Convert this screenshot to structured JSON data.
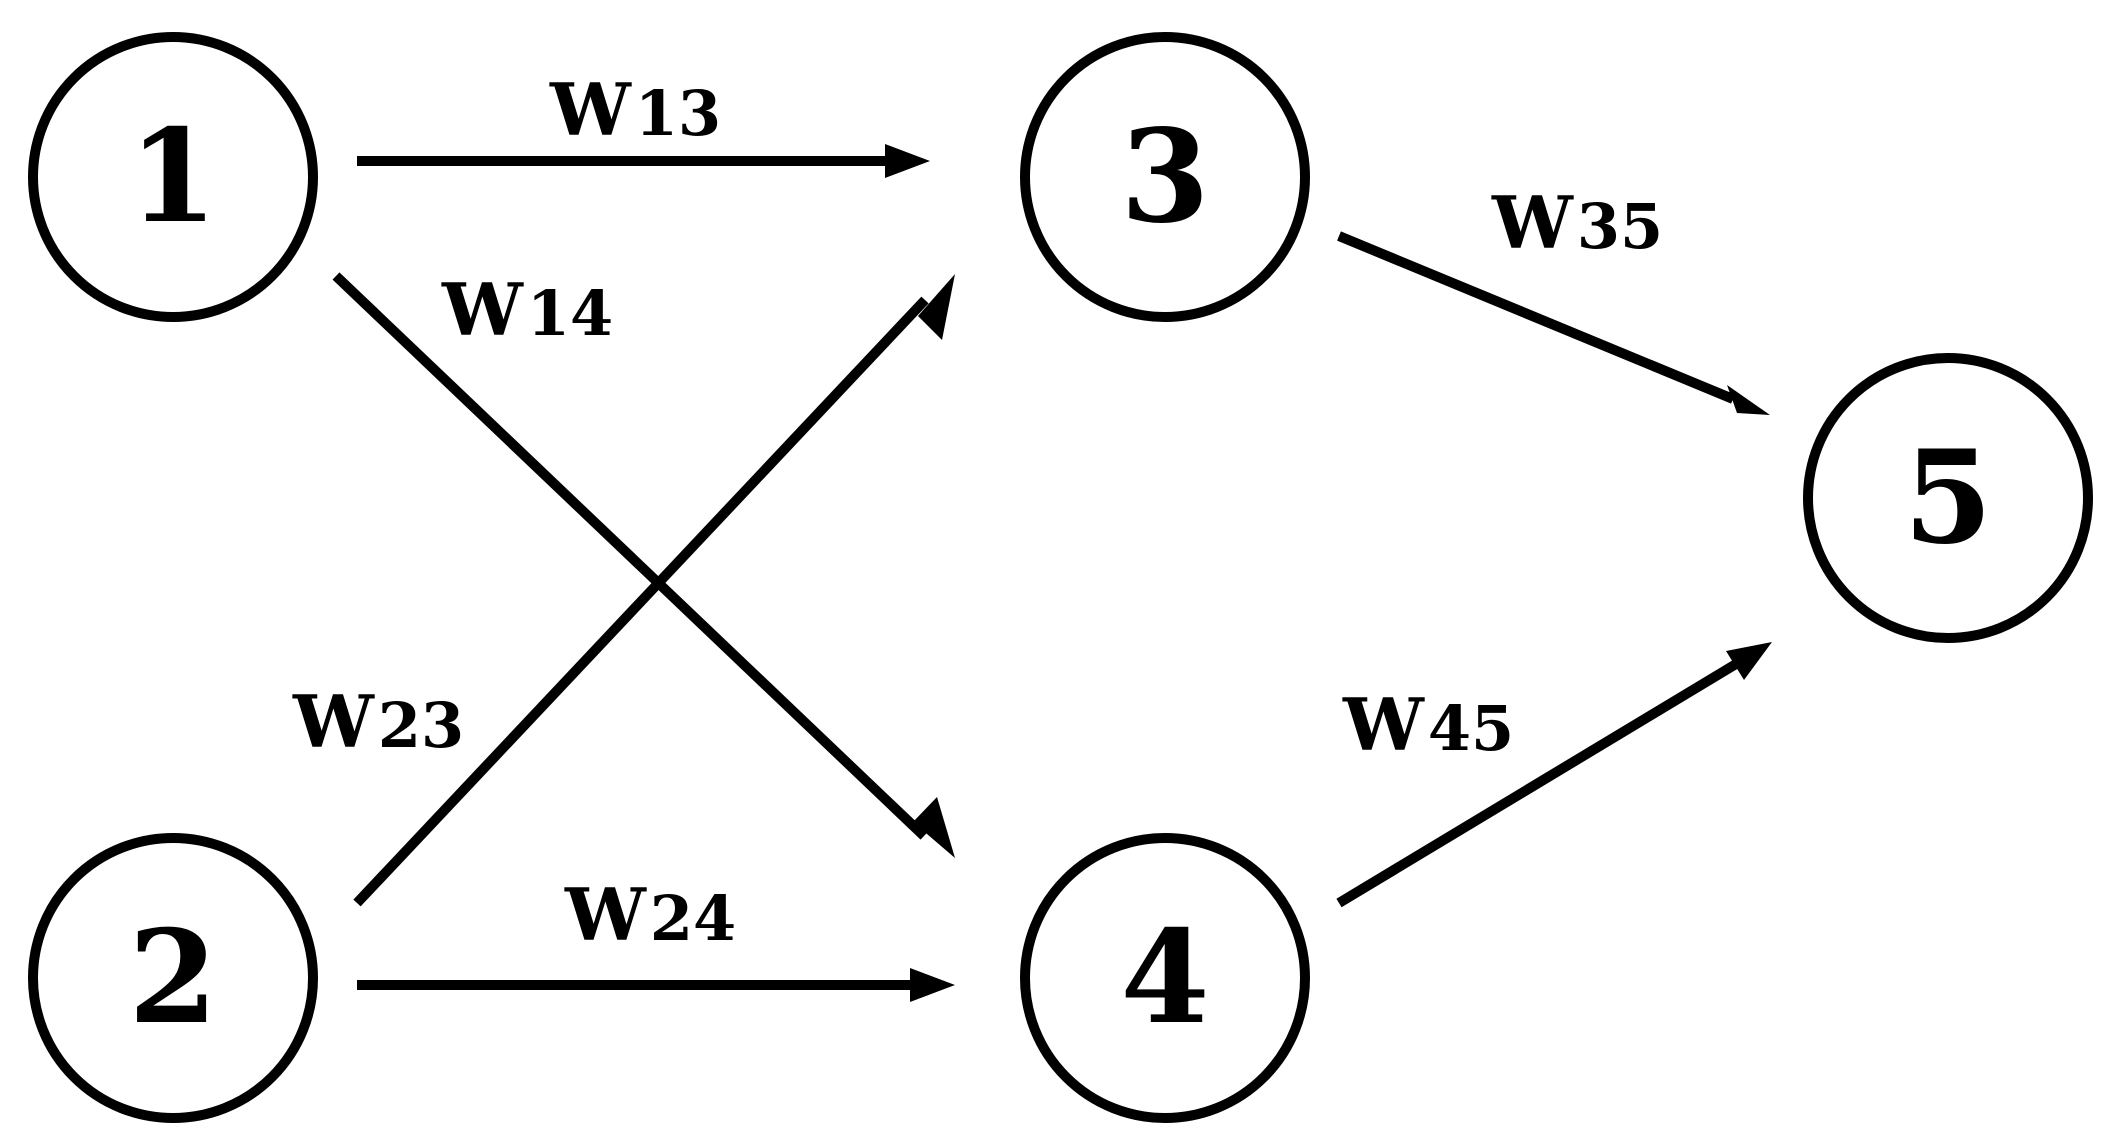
{
  "diagram": {
    "nodes": [
      {
        "id": "1",
        "label": "1"
      },
      {
        "id": "2",
        "label": "2"
      },
      {
        "id": "3",
        "label": "3"
      },
      {
        "id": "4",
        "label": "4"
      },
      {
        "id": "5",
        "label": "5"
      }
    ],
    "edges": [
      {
        "from": "1",
        "to": "3",
        "letter": "W",
        "index": "13"
      },
      {
        "from": "1",
        "to": "4",
        "letter": "W",
        "index": "14"
      },
      {
        "from": "2",
        "to": "3",
        "letter": "W",
        "index": "23"
      },
      {
        "from": "2",
        "to": "4",
        "letter": "W",
        "index": "24"
      },
      {
        "from": "3",
        "to": "5",
        "letter": "W",
        "index": "35"
      },
      {
        "from": "4",
        "to": "5",
        "letter": "W",
        "index": "45"
      }
    ]
  },
  "colors": {
    "stroke": "#000000",
    "background": "#ffffff"
  }
}
